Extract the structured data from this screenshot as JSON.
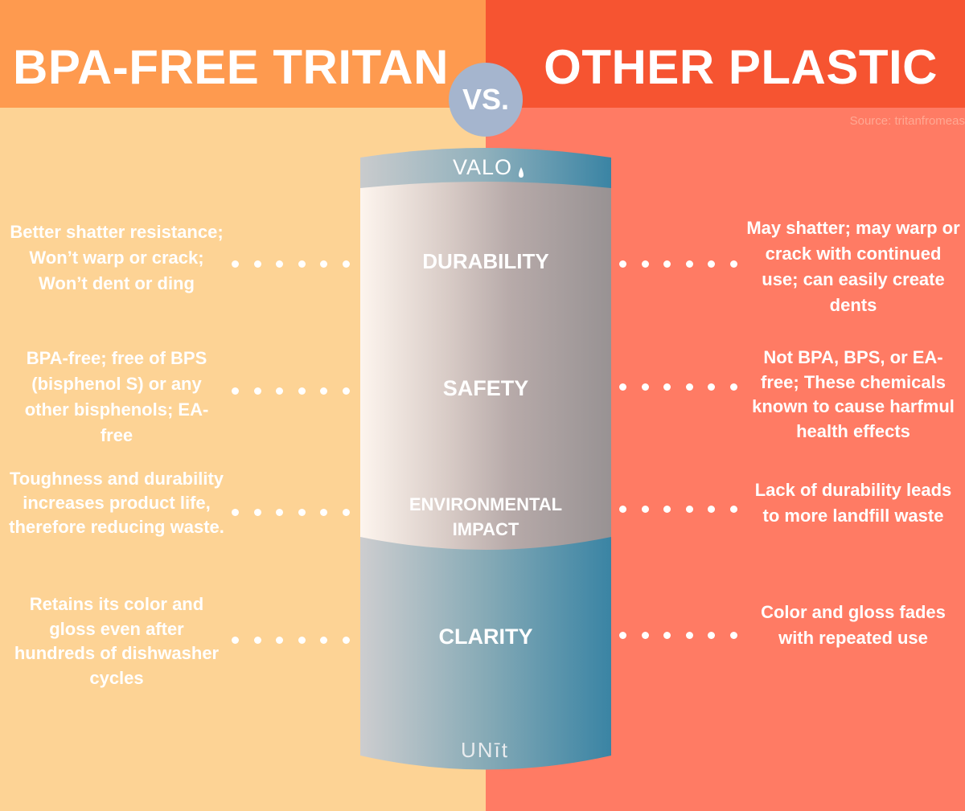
{
  "header": {
    "left_title": "BPA-FREE TRITAN",
    "right_title": "OTHER PLASTIC",
    "vs_label": "VS.",
    "source": "Source: tritanfromeas"
  },
  "bottle": {
    "top_brand": "VALO",
    "bottom_brand": "UNīt"
  },
  "rows": [
    {
      "category": "DURABILITY",
      "left": "Better shatter resistance; Won’t warp or crack; Won’t dent or ding",
      "right": "May shatter; may warp or crack with continued use; can easily create dents"
    },
    {
      "category": "SAFETY",
      "left": "BPA-free; free of BPS (bisphenol S) or any other bisphenols; EA- free",
      "right": "Not BPA, BPS, or EA-free; These chemicals known to cause harfmul health effects"
    },
    {
      "category_line1": "ENVIRONMENTAL",
      "category_line2": "IMPACT",
      "left": "Toughness and durability increases product life, therefore reducing waste.",
      "right": "Lack of durability leads to more landfill waste"
    },
    {
      "category": "CLARITY",
      "left": "Retains its color and gloss even after hundreds of dishwasher cycles",
      "right": "Color and gloss fades with repeated use"
    }
  ],
  "colors": {
    "left_background": "#FDD395",
    "left_header": "#FE9A4F",
    "right_background": "#FF7B64",
    "right_header": "#F65431",
    "vs_circle": "#A5B5CE",
    "bottle_teal": "#3A84A4"
  }
}
